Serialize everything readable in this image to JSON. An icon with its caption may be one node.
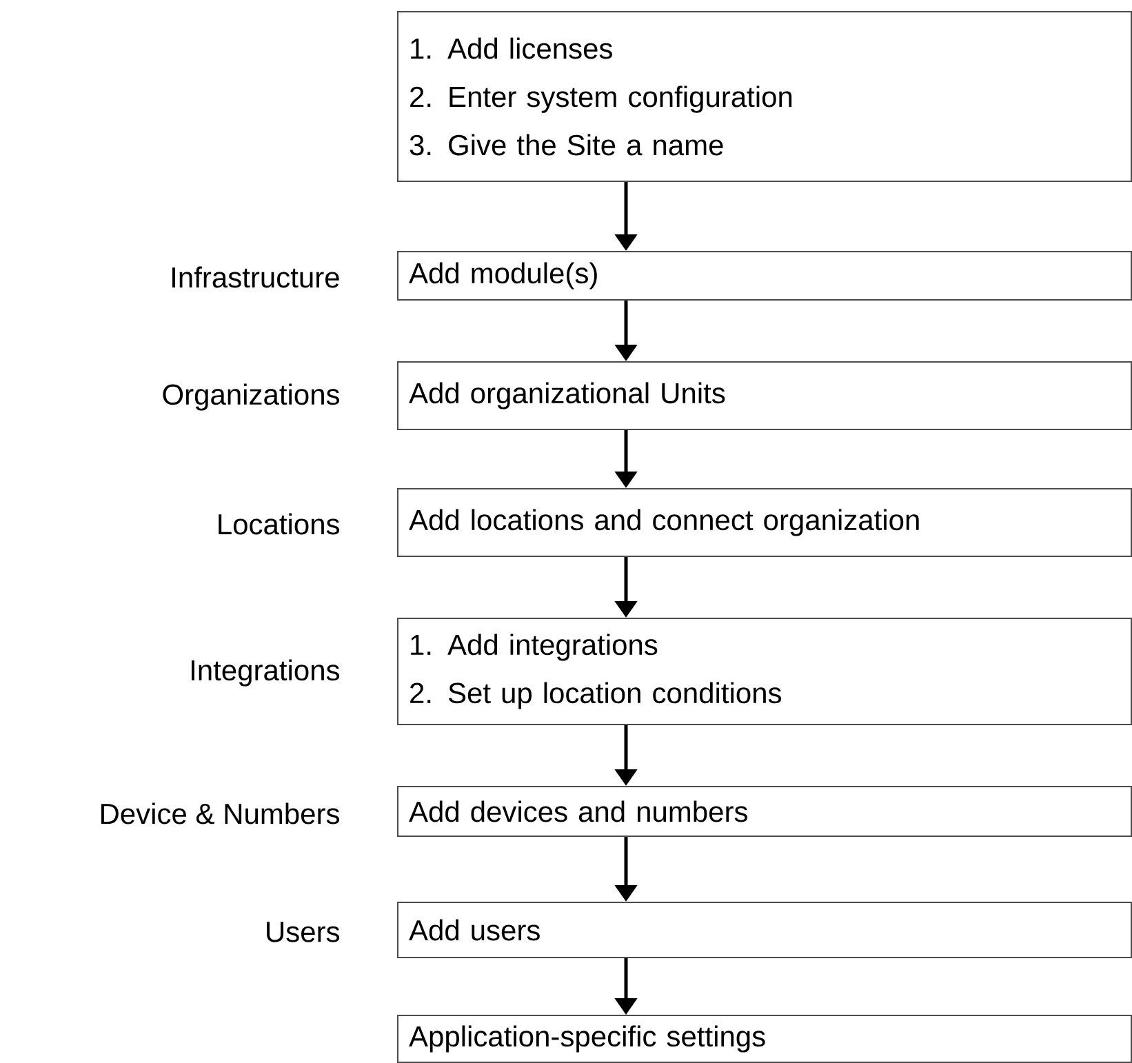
{
  "diagram": {
    "nodes": [
      {
        "text": [
          "1. Add licenses",
          "2. Enter system configuration",
          "3. Give the Site a name"
        ]
      },
      {
        "text": [
          "Add module(s)"
        ],
        "beside": [
          "Infrastructure"
        ]
      },
      {
        "text": [
          "Add organizational Units"
        ],
        "beside": [
          "Organizations"
        ]
      },
      {
        "text": [
          "Add locations and connect organization"
        ],
        "beside": [
          "Locations"
        ]
      },
      {
        "text": [
          "1. Add integrations",
          "2. Set up location conditions"
        ],
        "beside": [
          "Integrations"
        ]
      },
      {
        "text": [
          "Add devices and numbers"
        ],
        "beside": [
          "Device & Numbers"
        ]
      },
      {
        "text": [
          "Add users"
        ],
        "beside": [
          "Users"
        ]
      },
      {
        "text": [
          "Application-specific settings"
        ]
      }
    ],
    "edges": [
      {
        "from": 0,
        "to": 1,
        "arrow": "to"
      },
      {
        "from": 1,
        "to": 2,
        "arrow": "to"
      },
      {
        "from": 2,
        "to": 3,
        "arrow": "to"
      },
      {
        "from": 3,
        "to": 4,
        "arrow": "to"
      },
      {
        "from": 4,
        "to": 5,
        "arrow": "to"
      },
      {
        "from": 5,
        "to": 6,
        "arrow": "to"
      },
      {
        "from": 6,
        "to": 7,
        "arrow": "to"
      }
    ]
  }
}
